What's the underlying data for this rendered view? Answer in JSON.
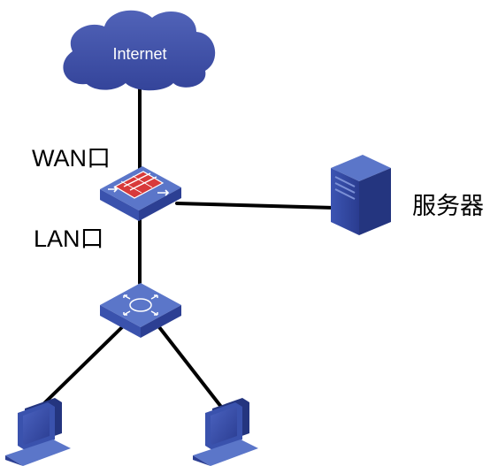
{
  "diagram": {
    "cloud_label": "Internet",
    "wan_port_label": "WAN口",
    "lan_port_label": "LAN口",
    "server_label": "服务器"
  },
  "nodes": [
    {
      "id": "internet",
      "kind": "cloud",
      "icon": "cloud-icon"
    },
    {
      "id": "gateway",
      "kind": "firewall-router",
      "icon": "firewall-router-icon"
    },
    {
      "id": "server",
      "kind": "server",
      "icon": "server-tower-icon"
    },
    {
      "id": "switch",
      "kind": "switch",
      "icon": "switch-icon"
    },
    {
      "id": "pc-left",
      "kind": "pc",
      "icon": "desktop-computer-icon"
    },
    {
      "id": "pc-right",
      "kind": "pc",
      "icon": "desktop-computer-icon"
    }
  ],
  "links": [
    {
      "from": "internet",
      "to": "gateway"
    },
    {
      "from": "gateway",
      "to": "server"
    },
    {
      "from": "gateway",
      "to": "switch"
    },
    {
      "from": "switch",
      "to": "pc-left"
    },
    {
      "from": "switch",
      "to": "pc-right"
    }
  ],
  "colors": {
    "cloud": "#3e4fa3",
    "device_top": "#5b76c9",
    "device_side": "#2c3f93",
    "device_front": "#3a52ad",
    "firewall_panel": "#d83a3a",
    "link": "#000000"
  }
}
